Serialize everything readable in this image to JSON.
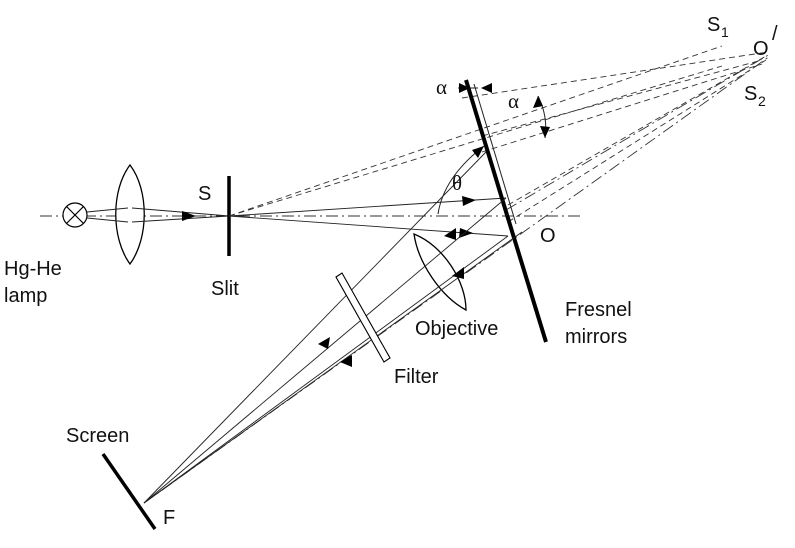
{
  "labels": {
    "lamp_line1": "Hg-He",
    "lamp_line2": "lamp",
    "slit_point": "S",
    "slit": "Slit",
    "objective": "Objective",
    "filter": "Filter",
    "fresnel_line1": "Fresnel",
    "fresnel_line2": "mirrors",
    "point_o": "O",
    "point_o_prime": "O",
    "point_o_prime_mark": "/",
    "screen": "Screen",
    "point_f": "F",
    "s1_letter": "S",
    "s1_sub": "1",
    "s2_letter": "S",
    "s2_sub": "2",
    "alpha_left": "α",
    "alpha_right": "α",
    "theta": "θ"
  }
}
